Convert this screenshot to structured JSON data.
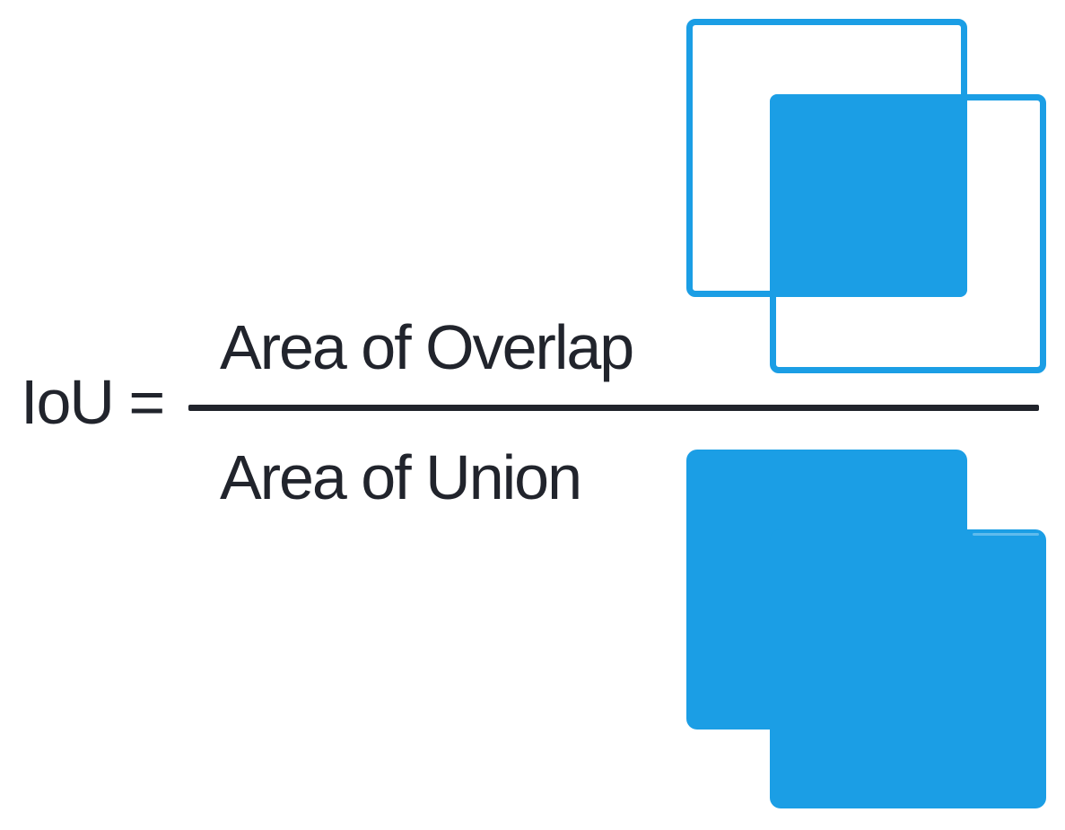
{
  "equation": {
    "lhs": "IoU =",
    "numerator": "Area of Overlap",
    "denominator": "Area of Union"
  },
  "colors": {
    "accent_blue": "#1B9EE5",
    "text": "#21242C",
    "background": "#FFFFFF"
  }
}
